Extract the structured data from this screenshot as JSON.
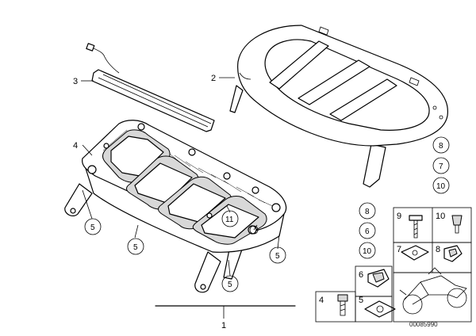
{
  "diagram": {
    "catalog_code": "00085990",
    "callouts": {
      "one": "1",
      "two": "2",
      "three": "3",
      "four": "4",
      "five": "5",
      "six": "6",
      "seven": "7",
      "eight": "8",
      "nine": "9",
      "ten": "10",
      "eleven": "11"
    }
  }
}
